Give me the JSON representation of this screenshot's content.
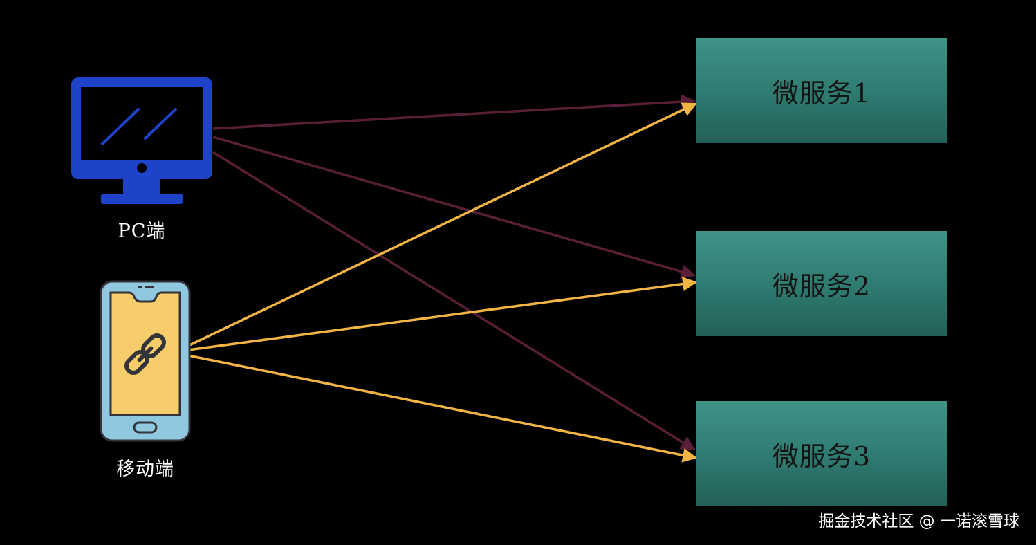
{
  "clients": [
    {
      "id": "pc",
      "label": "PC端",
      "icon": "monitor-icon"
    },
    {
      "id": "mobile",
      "label": "移动端",
      "icon": "smartphone-link-icon"
    }
  ],
  "services": [
    {
      "id": "svc-1",
      "label": "微服务1"
    },
    {
      "id": "svc-2",
      "label": "微服务2"
    },
    {
      "id": "svc-3",
      "label": "微服务3"
    }
  ],
  "edges": [
    {
      "from": "pc",
      "to": "svc-1",
      "color": "#5a1f38"
    },
    {
      "from": "pc",
      "to": "svc-2",
      "color": "#5a1f38"
    },
    {
      "from": "pc",
      "to": "svc-3",
      "color": "#5a1f38"
    },
    {
      "from": "mobile",
      "to": "svc-1",
      "color": "#f2b544"
    },
    {
      "from": "mobile",
      "to": "svc-2",
      "color": "#f2b544"
    },
    {
      "from": "mobile",
      "to": "svc-3",
      "color": "#f2b544"
    }
  ],
  "colors": {
    "background": "#000000",
    "pc_icon": "#1f43c8",
    "phone_body": "#8fc8df",
    "phone_screen": "#f6cd6a",
    "service_box": "#2e7a70"
  },
  "watermark": "掘金技术社区 @ 一诺滚雪球"
}
